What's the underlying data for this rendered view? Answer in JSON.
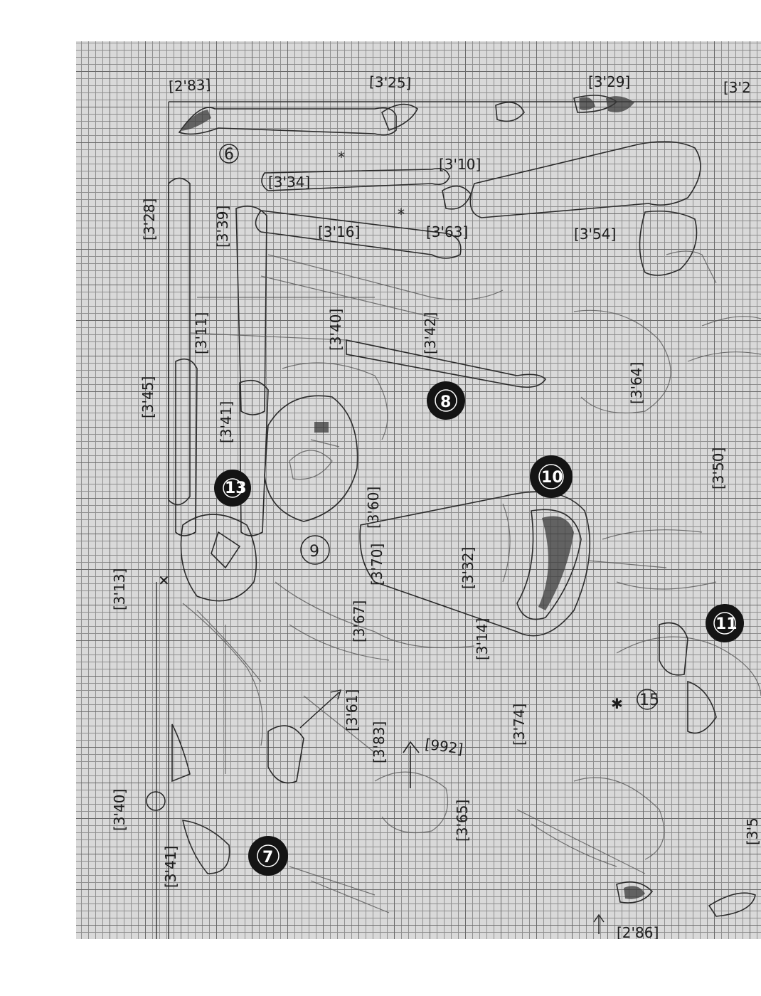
{
  "sheet": {
    "labels": {
      "l283": "[2'83]",
      "l325": "[3'25]",
      "l329": "[3'29]",
      "l32": "[3'2",
      "l334": "[3'34]",
      "l310": "[3'10]",
      "l328": "[3'28]",
      "l339": "[3'39]",
      "l316": "[3'16]",
      "l363": "[3'63]",
      "l354": "[3'54]",
      "l311": "[3'11]",
      "l340": "[3'40]",
      "l342": "[3'42]",
      "l345": "[3'45]",
      "l341": "[3'41]",
      "l364": "[3'64]",
      "l350": "[3'50]",
      "l360": "[3'60]",
      "l313": "[3'13]",
      "l370": "[3'70]",
      "l332": "[3'32]",
      "l367": "[3'67]",
      "l314": "[3'14]",
      "l361": "[3'61]",
      "l383": "[3'83]",
      "l992": "[992]",
      "l374": "[3'74]",
      "l340b": "[3'40]",
      "l365": "[3'65]",
      "l341b": "[3'41]",
      "l286": "[2'86]",
      "l35": "[3'5",
      "star1": "*",
      "star2": "*"
    },
    "markers": {
      "n6": "6",
      "n7": "7",
      "n8": "8",
      "n9": "9",
      "n10": "10",
      "n11": "11",
      "n13": "13",
      "n15": "15"
    },
    "colors": {
      "paper": "#d9d9d9",
      "grid_major": "#6a6a6a",
      "grid_minor": "#8f8f8f",
      "pencil": "#2a2a2a"
    }
  }
}
